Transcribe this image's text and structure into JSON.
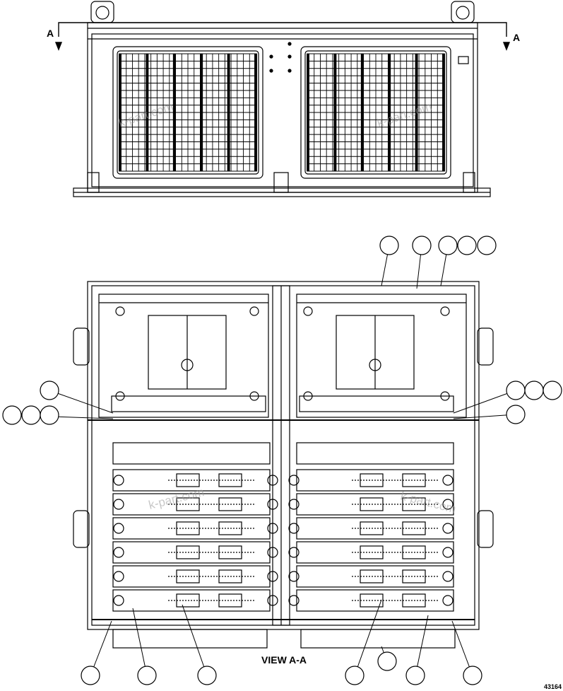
{
  "section_labels": {
    "left": "A",
    "right": "A"
  },
  "view_title": "VIEW A-A",
  "drawing_number": "43164",
  "watermark": "k-part.com",
  "callouts": {
    "top_count": 5,
    "left_side_count": 4,
    "right_side_count": 4,
    "bottom_count": 7
  }
}
